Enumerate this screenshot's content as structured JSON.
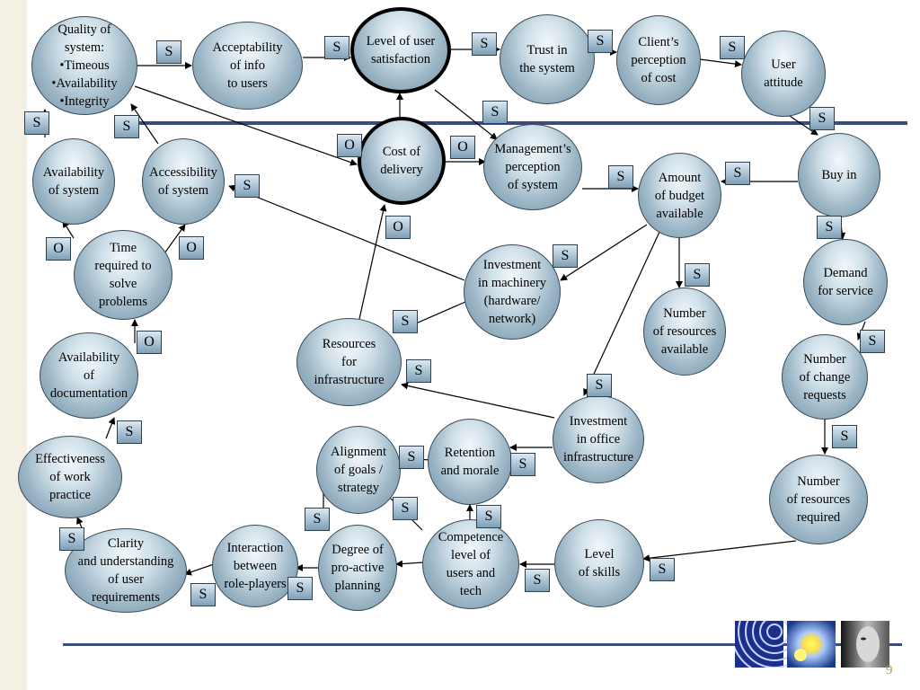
{
  "slide": {
    "page_number": "9"
  },
  "colors": {
    "rule": "#3b4c7d",
    "node_border": "#394b5a",
    "page_number": "#c49a3c"
  },
  "nodes": {
    "quality": "Quality of\nsystem:\n•Timeous\n•Availability\n•Integrity",
    "acceptability": "Acceptability\nof info\nto users",
    "satisfaction": "Level of user\nsatisfaction",
    "trust": "Trust in\nthe system",
    "cost_perception": "Client’s\nperception\nof cost",
    "user_attitude": "User\nattitude",
    "avail_system": "Availability\nof system",
    "access_system": "Accessibility\nof system",
    "cost_delivery": "Cost of\ndelivery",
    "mgmt": "Management’s\nperception\nof system",
    "budget": "Amount\nof budget\navailable",
    "buyin": "Buy in",
    "time_solve": "Time\nrequired to\nsolve\nproblems",
    "machinery": "Investment\nin machinery\n(hardware/\nnetwork)",
    "num_resources": "Number\nof resources\navailable",
    "demand": "Demand\nfor service",
    "avail_doc": "Availability\nof\ndocumentation",
    "res_infra": "Resources\nfor\ninfrastructure",
    "change_req": "Number\nof change\nrequests",
    "office": "Investment\nin office\ninfrastructure",
    "effectiveness": "Effectiveness\nof work\npractice",
    "alignment": "Alignment\nof goals /\nstrategy",
    "retention": "Retention\nand morale",
    "res_required": "Number\nof resources\nrequired",
    "clarity": "Clarity\nand understanding\nof user\nrequirements",
    "interaction": "Interaction\nbetween\nrole-players",
    "proactive": "Degree of\npro-active\nplanning",
    "competence": "Competence\nlevel of\nusers and\ntech",
    "skills": "Level\nof skills"
  },
  "tags": {
    "s": "S",
    "o": "O"
  },
  "logo": {
    "images": [
      "spiral-image",
      "flower-image",
      "face-image"
    ]
  }
}
